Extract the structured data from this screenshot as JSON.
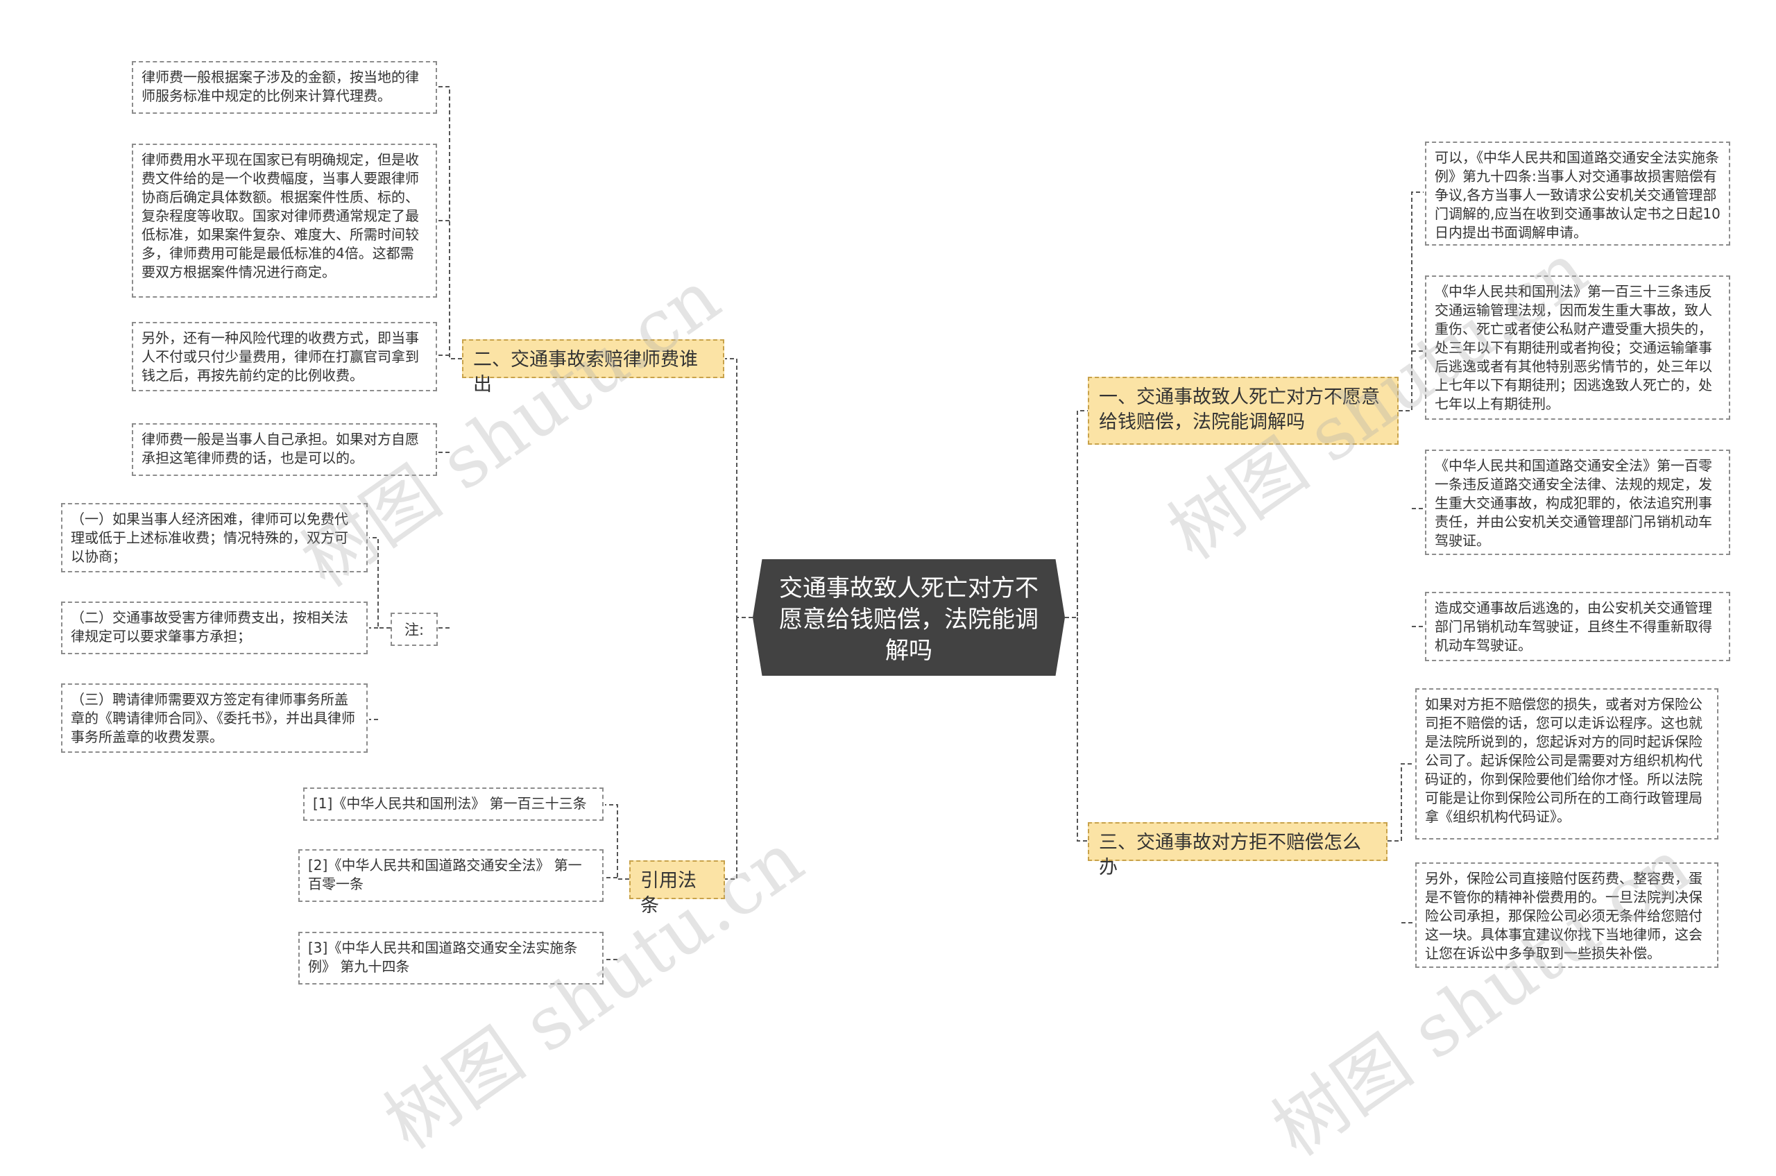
{
  "root": {
    "title": "交通事故致人死亡对方不愿意给钱赔偿，法院能调解吗"
  },
  "left": {
    "lawyer_fee": {
      "label": "二、交通事故索赔律师费谁出",
      "items": [
        "律师费一般根据案子涉及的金额，按当地的律师服务标准中规定的比例来计算代理费。",
        "律师费用水平现在国家已有明确规定，但是收费文件给的是一个收费幅度，当事人要跟律师协商后确定具体数额。根据案件性质、标的、复杂程度等收取。国家对律师费通常规定了最低标准，如果案件复杂、难度大、所需时间较多，律师费用可能是最低标准的4倍。这都需要双方根据案件情况进行商定。",
        "另外，还有一种风险代理的收费方式，即当事人不付或只付少量费用，律师在打赢官司拿到钱之后，再按先前约定的比例收费。",
        "律师费一般是当事人自己承担。如果对方自愿承担这笔律师费的话，也是可以的。"
      ],
      "note": {
        "label": "注:",
        "items": [
          "（一）如果当事人经济困难，律师可以免费代理或低于上述标准收费；情况特殊的，双方可以协商；",
          "（二）交通事故受害方律师费支出，按相关法律规定可以要求肇事方承担；",
          "（三）聘请律师需要双方签定有律师事务所盖章的《聘请律师合同》、《委托书》，并出具律师事务所盖章的收费发票。"
        ]
      }
    },
    "citations": {
      "label": "引用法条",
      "items": [
        "[1]《中华人民共和国刑法》 第一百三十三条",
        "[2]《中华人民共和国道路交通安全法》 第一百零一条",
        "[3]《中华人民共和国道路交通安全法实施条例》 第九十四条"
      ]
    }
  },
  "right": {
    "mediation": {
      "label": "一、交通事故致人死亡对方不愿意给钱赔偿，法院能调解吗",
      "items": [
        "可以，《中华人民共和国道路交通安全法实施条例》第九十四条:当事人对交通事故损害赔偿有争议,各方当事人一致请求公安机关交通管理部门调解的,应当在收到交通事故认定书之日起10日内提出书面调解申请。",
        "《中华人民共和国刑法》第一百三十三条违反交通运输管理法规，因而发生重大事故，致人重伤、死亡或者使公私财产遭受重大损失的，处三年以下有期徒刑或者拘役；交通运输肇事后逃逸或者有其他特别恶劣情节的，处三年以上七年以下有期徒刑；因逃逸致人死亡的，处七年以上有期徒刑。",
        "《中华人民共和国道路交通安全法》第一百零一条违反道路交通安全法律、法规的规定，发生重大交通事故，构成犯罪的，依法追究刑事责任，并由公安机关交通管理部门吊销机动车驾驶证。",
        "造成交通事故后逃逸的，由公安机关交通管理部门吊销机动车驾驶证，且终生不得重新取得机动车驾驶证。"
      ]
    },
    "refusal": {
      "label": "三、交通事故对方拒不赔偿怎么办",
      "items": [
        "如果对方拒不赔偿您的损失，或者对方保险公司拒不赔偿的话，您可以走诉讼程序。这也就是法院所说到的，您起诉对方的同时起诉保险公司了。起诉保险公司是需要对方组织机构代码证的，你到保险要他们给你才怪。所以法院可能是让你到保险公司所在的工商行政管理局拿《组织机构代码证》。",
        "另外，保险公司直接赔付医药费、整容费，蛋是不管你的精神补偿费用的。一旦法院判决保险公司承担，那保险公司必须无条件给您赔付这一块。具体事宜建议你找下当地律师，这会让您在诉讼中多争取到一些损失补偿。"
      ]
    }
  },
  "watermark": {
    "text": "树图 shutu.cn"
  },
  "colors": {
    "root_bg": "#424242",
    "branch_bg": "#fbe3a5",
    "line": "#555555"
  }
}
